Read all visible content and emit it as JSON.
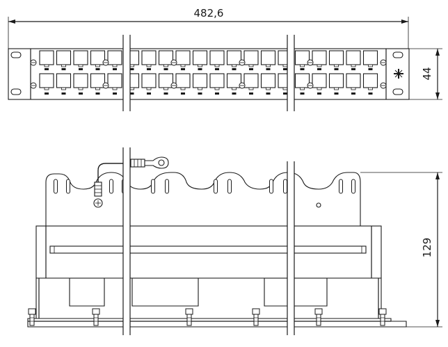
{
  "dimensions": {
    "width_label": "482,6",
    "height_front_label": "44",
    "depth_label": "129"
  },
  "front_view": {
    "port_columns": 20,
    "port_rows": 2
  },
  "icons": {
    "mount_hole": "oval-slot-icon",
    "ground_screw": "star-screw-icon",
    "ground_lug": "ring-terminal-icon"
  }
}
